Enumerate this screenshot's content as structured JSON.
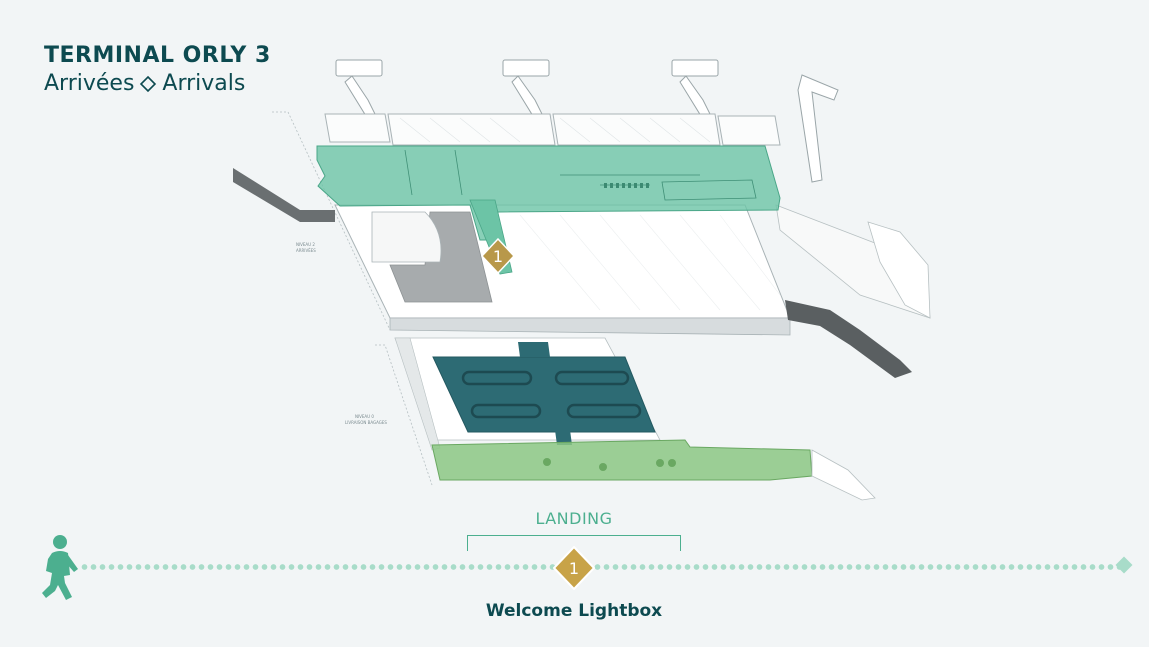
{
  "header": {
    "title": "TERMINAL ORLY 3",
    "subtitle_fr": "Arrivées",
    "subtitle_en": "Arrivals",
    "separator_icon": "diamond-outline-icon"
  },
  "map": {
    "level_2_label": "NIVEAU 2\nARRIVÉES",
    "level_0_label": "NIVEAU 0\nLIVRAISON BAGAGES",
    "marker_number": "1",
    "colors": {
      "level2_zone": "#6cc4a6",
      "baggage_hall": "#2d6b74",
      "level0_zone": "#8cc784",
      "marker_gold": "#b8984a"
    }
  },
  "timeline": {
    "stage_label": "LANDING",
    "marker_number": "1",
    "step_label": "Welcome Lightbox",
    "walker_icon": "pedestrian-icon",
    "end_icon": "diamond-icon",
    "colors": {
      "accent": "#4caf8f",
      "dots": "#a8dcc9",
      "marker": "#c8a348"
    }
  }
}
